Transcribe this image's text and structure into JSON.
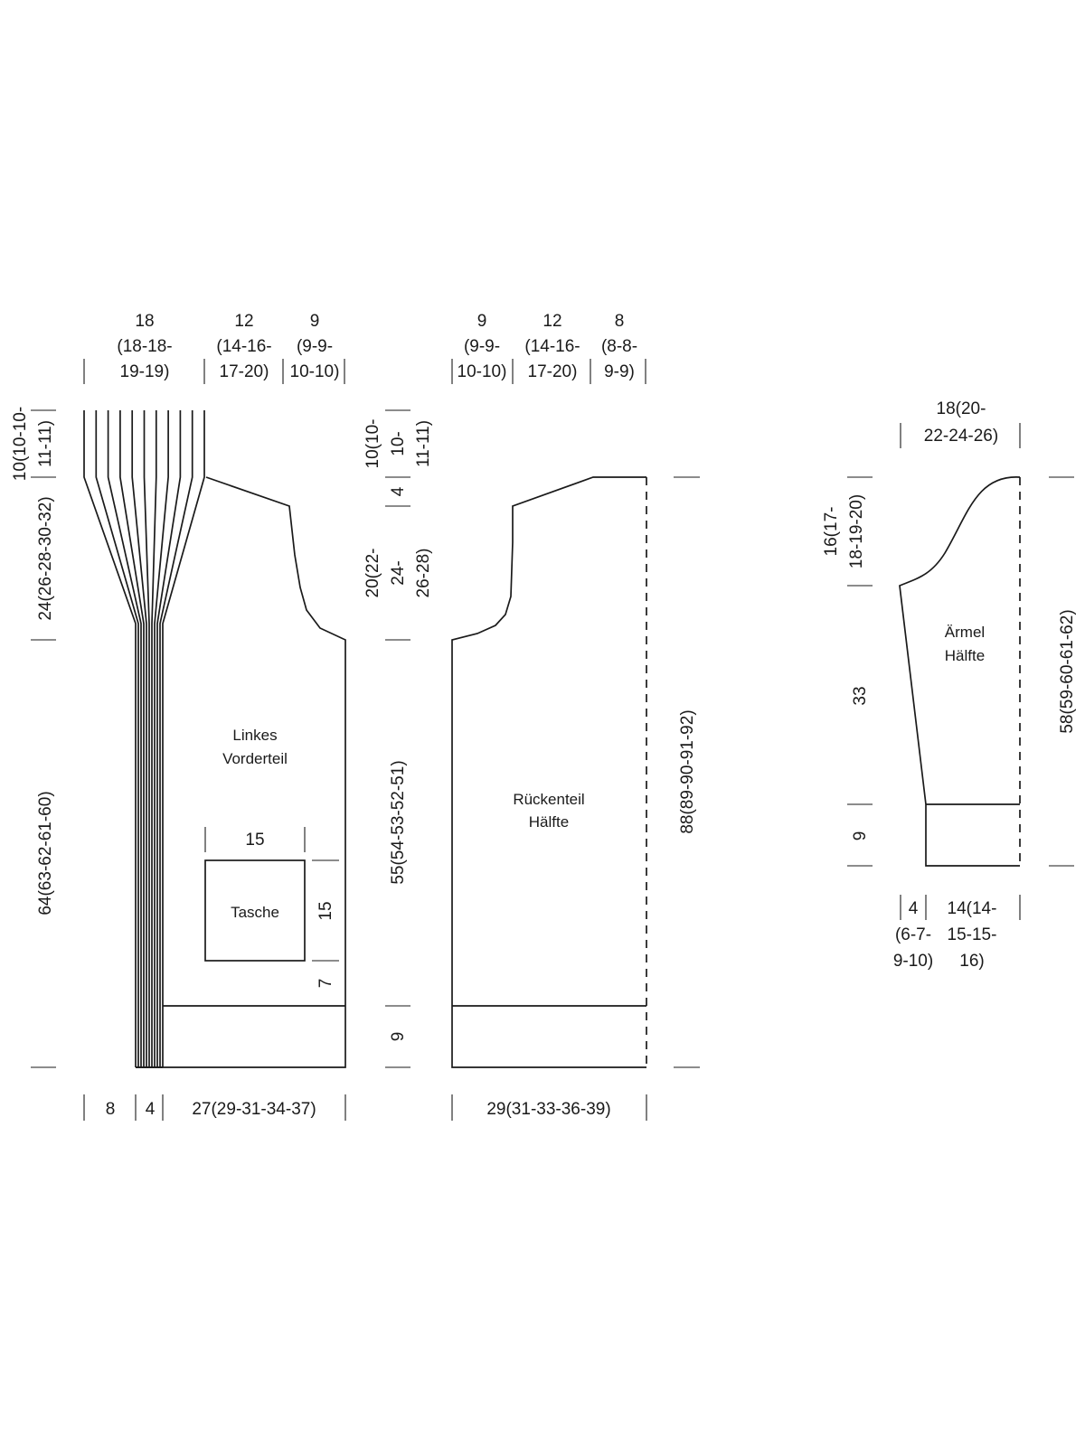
{
  "pieces": {
    "front": {
      "label_lines": [
        "Linkes",
        "Vorderteil"
      ]
    },
    "pocket": {
      "label": "Tasche"
    },
    "back": {
      "label_lines": [
        "Rückenteil",
        "Hälfte"
      ]
    },
    "sleeve": {
      "label_lines": [
        "Ärmel",
        "Hälfte"
      ]
    }
  },
  "dimensions": {
    "front_top": {
      "collar": [
        "18",
        "(18-18-",
        "19-19)"
      ],
      "shoulder": [
        "12",
        "(14-16-",
        "17-20)"
      ],
      "neck": [
        "9",
        "(9-9-",
        "10-10)"
      ]
    },
    "back_top": {
      "neck": [
        "9",
        "(9-9-",
        "10-10)"
      ],
      "shoulder": [
        "12",
        "(14-16-",
        "17-20)"
      ],
      "edge": [
        "8",
        "(8-8-",
        "9-9)"
      ]
    },
    "front_left": {
      "collar_top": [
        "10(10-10-",
        "11-11)"
      ],
      "collar_slope": "24(26-28-30-32)",
      "lower_body": "64(63-62-61-60)"
    },
    "middle_left": {
      "shoulder_slope": [
        "10(10-",
        "10-",
        "11-11)"
      ],
      "shoulder_drop": "4",
      "armhole": [
        "20(22-",
        "24-",
        "26-28)"
      ],
      "side": "55(54-53-52-51)",
      "rib": "9"
    },
    "pocket": {
      "width": "15",
      "height": "15",
      "offset": "7"
    },
    "back_right": {
      "total": "88(89-90-91-92)"
    },
    "front_bottom": {
      "band": "8",
      "edge": "4",
      "width": "27(29-31-34-37)"
    },
    "back_bottom": {
      "width": "29(31-33-36-39)"
    },
    "sleeve": {
      "top": [
        "18(20-",
        "22-24-26)"
      ],
      "cap": [
        "16(17-",
        "18-19-20)"
      ],
      "length": "33",
      "cuff": "9",
      "total": "58(59-60-61-62)",
      "bottom_edge": [
        "4",
        "(6-7-",
        "9-10)"
      ],
      "bottom_width": [
        "14(14-",
        "15-15-",
        "16)"
      ]
    }
  }
}
